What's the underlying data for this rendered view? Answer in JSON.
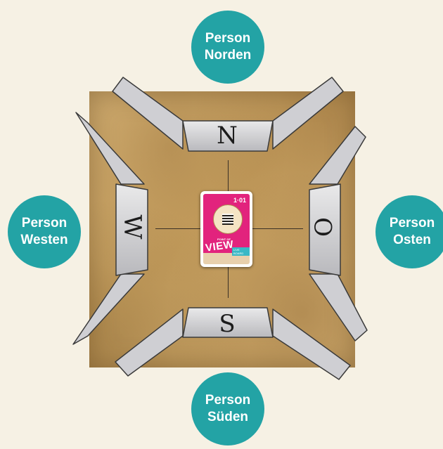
{
  "players": {
    "north": {
      "line1": "Person",
      "line2": "Norden"
    },
    "west": {
      "line1": "Person",
      "line2": "Westen"
    },
    "east": {
      "line1": "Person",
      "line2": "Osten"
    },
    "south": {
      "line1": "Person",
      "line2": "Süden"
    }
  },
  "walls": {
    "north": "N",
    "west": "W",
    "east": "O",
    "south": "S"
  },
  "card": {
    "number": "1·01",
    "brand_small": "POINT OF",
    "brand": "VIEW",
    "tag": "LIVE BOARD"
  },
  "colors": {
    "player_circle": "#23a3a5",
    "card_pink": "#e2237d",
    "board": "#d1ad6d"
  }
}
